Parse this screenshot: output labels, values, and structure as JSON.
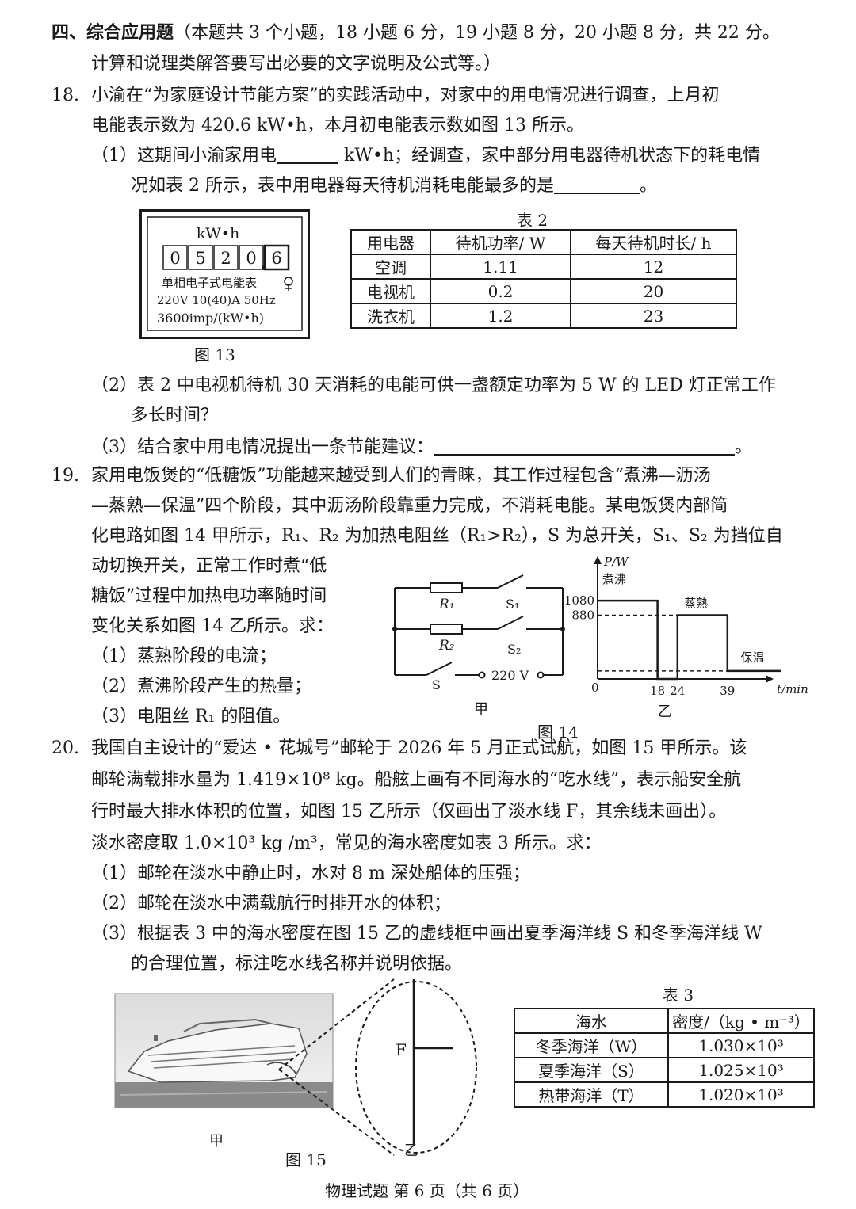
{
  "section": {
    "title": "四、综合应用题",
    "desc_1": "（本题共 3 个小题，18 小题 6 分，19 小题 8 分，20 小题 8 分，共 22 分。",
    "desc_2": "计算和说理类解答要写出必要的文字说明及公式等。）"
  },
  "q18": {
    "num": "18.",
    "line1": "小渝在“为家庭设计节能方案”的实践活动中，对家中的用电情况进行调查，上月初",
    "line2": "电能表示数为 420.6 kW•h，本月初电能表示数如图 13 所示。",
    "p1_a": "（1）这期间小渝家用电",
    "p1_b": " kW•h；经调查，家中部分用电器待机状态下的耗电情",
    "p1_c": "况如表 2 所示，表中用电器每天待机消耗电能最多的是",
    "p1_d": "。",
    "p2_a": "（2）表 2 中电视机待机 30 天消耗的电能可供一盏额定功率为 5 W 的 LED 灯正常工作",
    "p2_b": "多长时间？",
    "p3_a": "（3）结合家中用电情况提出一条节能建议：",
    "p3_b": "。"
  },
  "meter": {
    "unit": "kW•h",
    "digits": [
      "0",
      "5",
      "2",
      "0",
      "6"
    ],
    "name": "单相电子式电能表",
    "spec": "220V 10(40)A   50Hz",
    "imp": "3600imp/(kW•h)",
    "caption": "图 13"
  },
  "table2": {
    "title": "表 2",
    "headers": [
      "用电器",
      "待机功率/ W",
      "每天待机时长/ h"
    ],
    "rows": [
      [
        "空调",
        "1.11",
        "12"
      ],
      [
        "电视机",
        "0.2",
        "20"
      ],
      [
        "洗衣机",
        "1.2",
        "23"
      ]
    ]
  },
  "q19": {
    "num": "19.",
    "line1": "家用电饭煲的“低糖饭”功能越来越受到人们的青睐，其工作过程包含“煮沸—沥汤",
    "line2": "—蒸熟—保温”四个阶段，其中沥汤阶段靠重力完成，不消耗电能。某电饭煲内部简",
    "line3": "化电路如图 14 甲所示，R₁、R₂ 为加热电阻丝（R₁>R₂），S 为总开关，S₁、S₂ 为挡位自",
    "line4": "动切换开关，正常工作时煮“低",
    "line5": "糖饭”过程中加热电功率随时间",
    "line6": "变化关系如图 14 乙所示。求：",
    "s1": "（1）蒸熟阶段的电流；",
    "s2": "（2）煮沸阶段产生的热量；",
    "s3": "（3）电阻丝 R₁ 的阻值。"
  },
  "circuit": {
    "r1": "R₁",
    "r2": "R₂",
    "s1": "S₁",
    "s2": "S₂",
    "s": "S",
    "voltage": "220 V",
    "label": "甲"
  },
  "fig14": {
    "caption": "图 14"
  },
  "chart_data": {
    "type": "line",
    "ylabel": "P/W",
    "xlabel": "t/min",
    "origin": "0",
    "label": "乙",
    "y_ticks": [
      "1080",
      "880"
    ],
    "x_ticks": [
      "18",
      "24",
      "39"
    ],
    "stages": [
      "煮沸",
      "蒸熟",
      "保温"
    ],
    "series": [
      {
        "x": [
          0,
          18,
          18,
          24,
          24,
          39,
          39,
          55
        ],
        "y": [
          1080,
          1080,
          0,
          0,
          880,
          880,
          110,
          110
        ]
      }
    ]
  },
  "q20": {
    "num": "20.",
    "line1": "我国自主设计的“爱达 • 花城号”邮轮于 2026 年 5 月正式试航，如图 15 甲所示。该",
    "line2": "邮轮满载排水量为 1.419×10⁸ kg。船舷上画有不同海水的“吃水线”，表示船安全航",
    "line3": "行时最大排水体积的位置，如图 15 乙所示（仅画出了淡水线 F，其余线未画出）。",
    "line4": "淡水密度取 1.0×10³ kg /m³，常见的海水密度如表 3 所示。求：",
    "s1": "（1）邮轮在淡水中静止时，水对 8 m 深处船体的压强；",
    "s2": "（2）邮轮在淡水中满载航行时排开水的体积；",
    "s3": "（3）根据表 3 中的海水密度在图 15 乙的虚线框中画出夏季海洋线 S 和冬季海洋线 W",
    "s3b": "的合理位置，标注吃水线名称并说明依据。"
  },
  "fig15": {
    "label_jia": "甲",
    "label_yi": "乙",
    "caption": "图 15",
    "line_f": "F"
  },
  "table3": {
    "title": "表 3",
    "headers": [
      "海水",
      "密度/（kg • m⁻³）"
    ],
    "rows": [
      [
        "冬季海洋（W）",
        "1.030×10³"
      ],
      [
        "夏季海洋（S）",
        "1.025×10³"
      ],
      [
        "热带海洋（T）",
        "1.020×10³"
      ]
    ]
  },
  "footer": "物理试题  第 6 页（共 6 页）"
}
